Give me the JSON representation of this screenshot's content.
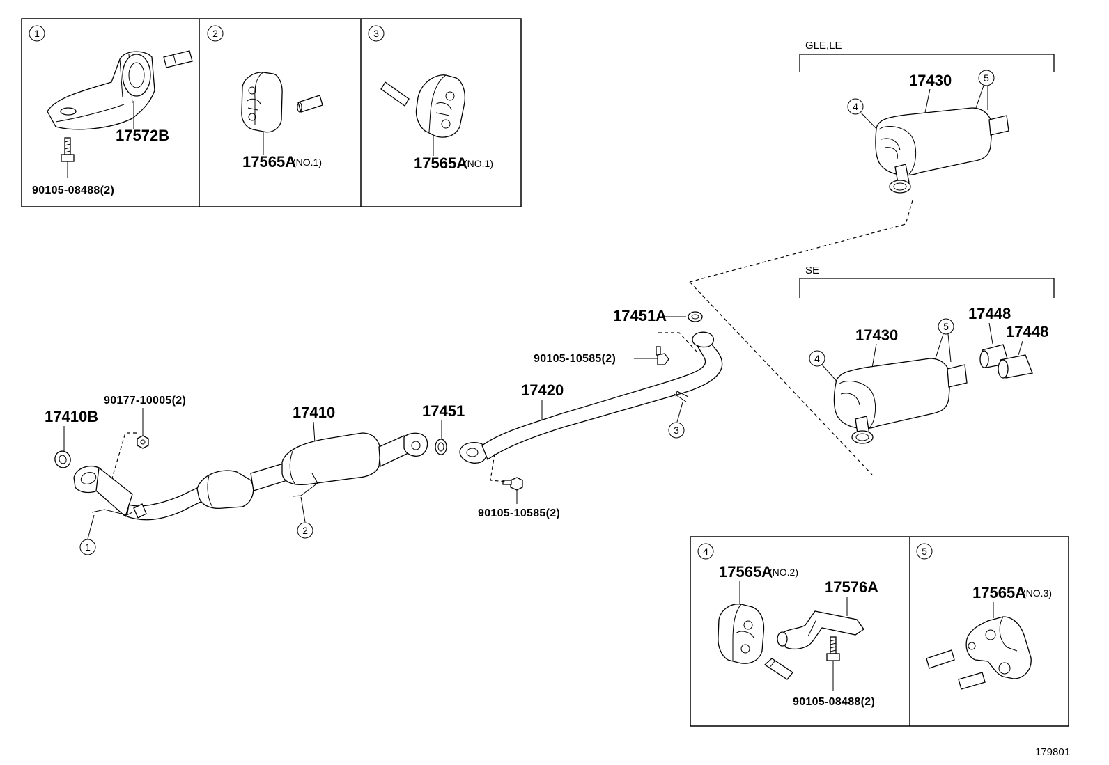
{
  "diagram_id": "179801",
  "inset_boxes": {
    "box1": {
      "number": "1",
      "bracket_part": "17572B",
      "bolt_part": "90105-08488(2)"
    },
    "box2": {
      "number": "2",
      "part": "17565A",
      "note": "(NO.1)"
    },
    "box3": {
      "number": "3",
      "part": "17565A",
      "note": "(NO.1)"
    },
    "box4": {
      "number": "4",
      "part_a": "17565A",
      "note_a": "(NO.2)",
      "part_b": "17576A",
      "bolt_part": "90105-08488(2)"
    },
    "box5": {
      "number": "5",
      "part": "17565A",
      "note": "(NO.3)"
    }
  },
  "variants": {
    "gle_le": {
      "label": "GLE,LE",
      "muffler_part": "17430",
      "callout_a": "4",
      "callout_b": "5"
    },
    "se": {
      "label": "SE",
      "muffler_part": "17430",
      "tip_part_1": "17448",
      "tip_part_2": "17448",
      "callout_a": "4",
      "callout_b": "5"
    }
  },
  "main": {
    "gasket_front": "17410B",
    "nut": "90177-10005(2)",
    "converter_pipe": "17410",
    "gasket_mid": "17451",
    "center_pipe": "17420",
    "gasket_rear": "17451A",
    "bolt_upper": "90105-10585(2)",
    "bolt_lower": "90105-10585(2)",
    "callout_1": "1",
    "callout_2": "2",
    "callout_3": "3"
  }
}
